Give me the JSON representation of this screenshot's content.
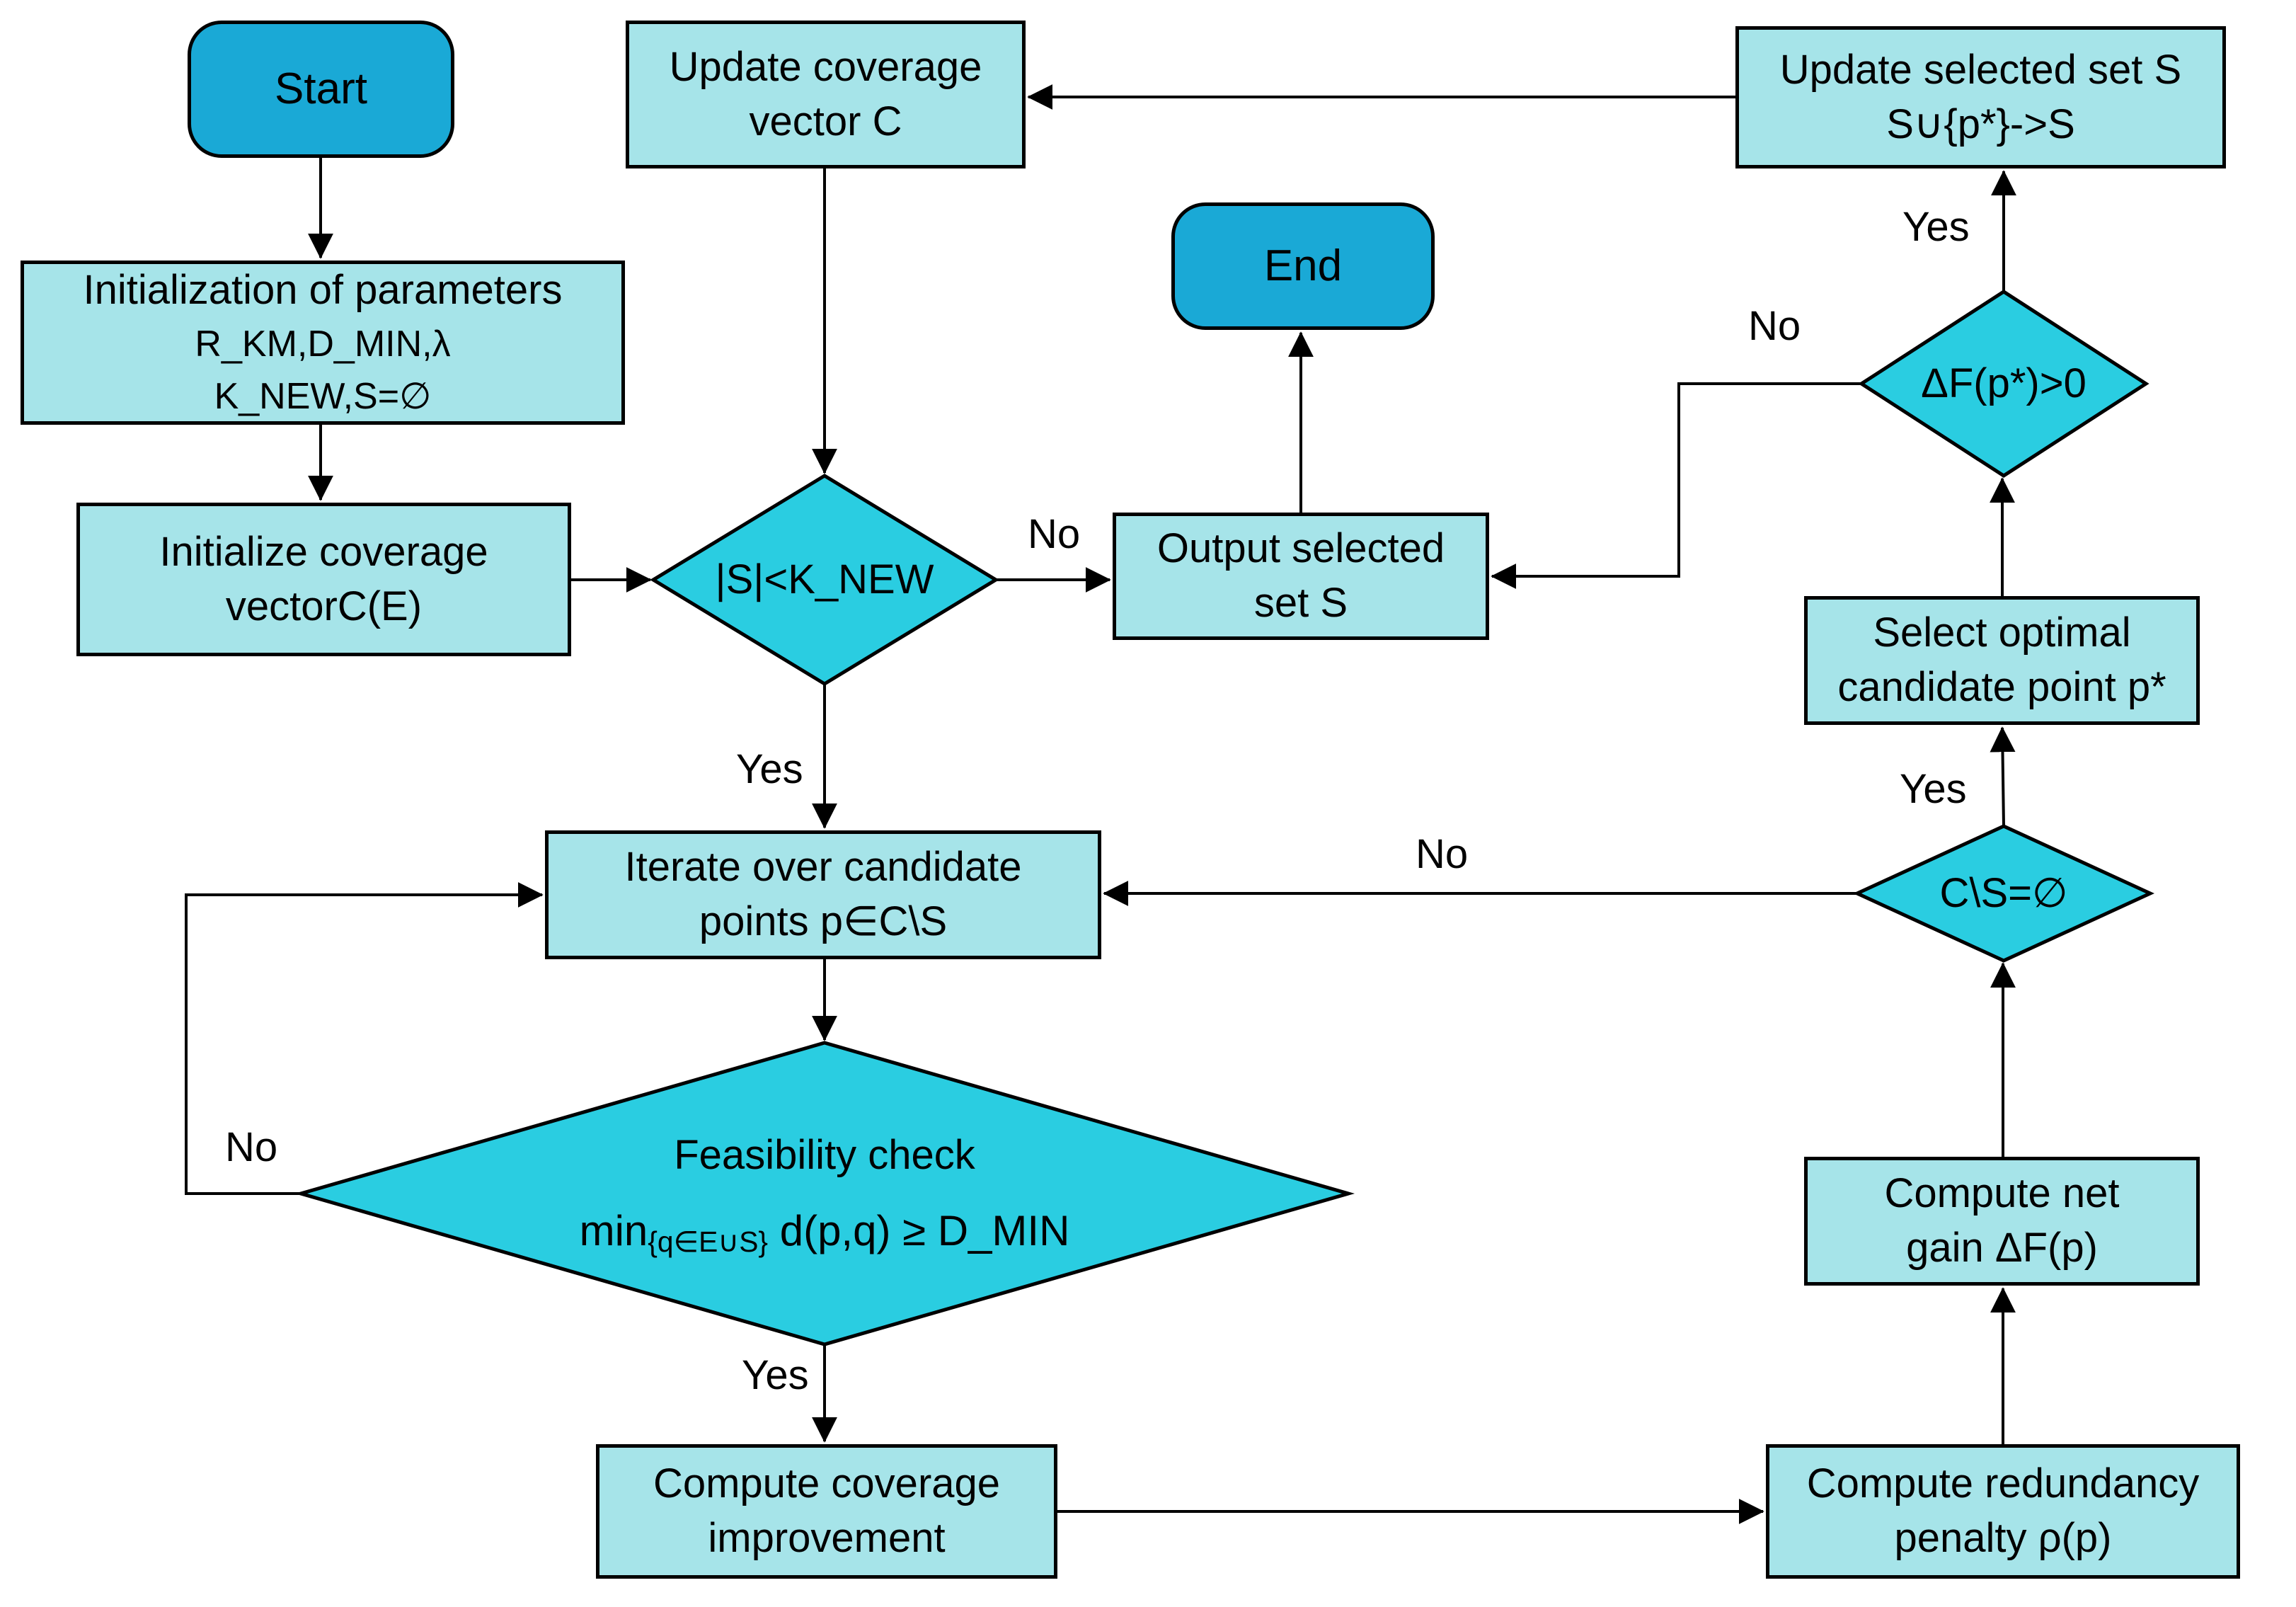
{
  "diagram": {
    "colors": {
      "terminal": "#1aa9d6",
      "process": "#a6e4e9",
      "decision": "#2acde1",
      "border": "#000000",
      "line": "#000000",
      "background": "#ffffff"
    },
    "nodes": {
      "start": {
        "label": "Start"
      },
      "end": {
        "label": "End"
      },
      "init_params": {
        "line1": "Initialization of parameters",
        "line2": "R_KM,D_MIN,λ",
        "line3": "K_NEW,S=∅"
      },
      "init_coverage": {
        "line1": "Initialize coverage",
        "line2": "vectorC(E)"
      },
      "update_coverage": {
        "line1": "Update coverage",
        "line2": "vector C"
      },
      "skw_decision": {
        "label": "|S|<K_NEW"
      },
      "output_selected": {
        "line1": "Output selected",
        "line2": "set S"
      },
      "update_selected": {
        "line1": "Update selected set S",
        "line2": "S∪{p*}->S"
      },
      "df_decision": {
        "label": "ΔF(p*)>0"
      },
      "select_optimal": {
        "line1": "Select optimal",
        "line2": "candidate point p*"
      },
      "cs_decision": {
        "label": "C\\S=∅"
      },
      "iterate": {
        "line1": "Iterate over candidate",
        "line2": "points p∈C\\S"
      },
      "feasibility": {
        "line1": "Feasibility check",
        "formula_prefix": "min",
        "formula_sub": "{q∈E∪S}",
        "formula_suffix": " d(p,q) ≥ D_MIN"
      },
      "compute_coverage": {
        "line1": "Compute coverage",
        "line2": "improvement"
      },
      "compute_redundancy": {
        "line1": "Compute redundancy",
        "line2": "penalty ρ(p)"
      },
      "compute_net": {
        "line1": "Compute net",
        "line2": "gain ΔF(p)"
      }
    },
    "edge_labels": {
      "skw_no": "No",
      "skw_yes": "Yes",
      "df_no": "No",
      "df_yes": "Yes",
      "cs_no": "No",
      "cs_yes": "Yes",
      "feas_no": "No",
      "feas_yes": "Yes"
    }
  }
}
